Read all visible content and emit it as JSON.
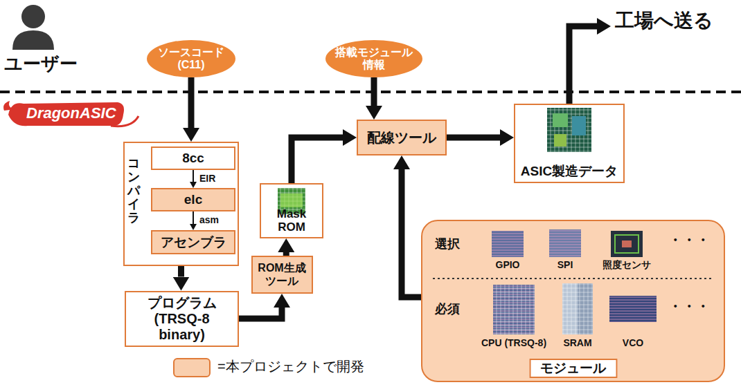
{
  "diagram": {
    "nodes": [
      {
        "text": [
          "ソースコード (C11)"
        ]
      },
      {
        "text": [
          "搭載モジュール 情報"
        ]
      },
      {
        "text": [
          "コンパイラ"
        ]
      },
      {
        "text": [
          "8cc"
        ],
        "in": 2
      },
      {
        "text": [
          "elc"
        ],
        "in": 2
      },
      {
        "text": [
          "アセンブラ"
        ],
        "in": 2
      },
      {
        "text": [
          "プログラム (TRSQ-8 binary)"
        ]
      },
      {
        "text": [
          "ROM生成 ツール"
        ]
      },
      {
        "text": [
          "Mask ROM"
        ]
      },
      {
        "text": [
          "配線ツール"
        ]
      },
      {
        "text": [
          "ASIC製造データ"
        ]
      },
      {
        "text": [
          "モジュール"
        ]
      }
    ],
    "edges": [
      {
        "from": 0,
        "to": 2,
        "arrow": "to"
      },
      {
        "from": 3,
        "to": 4,
        "label": "EIR",
        "arrow": "to"
      },
      {
        "from": 4,
        "to": 5,
        "label": "asm",
        "arrow": "to"
      },
      {
        "from": 2,
        "to": 6,
        "arrow": "to"
      },
      {
        "from": 6,
        "to": 7,
        "arrow": "to"
      },
      {
        "from": 7,
        "to": 8,
        "arrow": "to"
      },
      {
        "from": 8,
        "to": 9,
        "arrow": "to"
      },
      {
        "from": 1,
        "to": 9,
        "arrow": "to"
      },
      {
        "from": 11,
        "to": 9,
        "arrow": "to"
      },
      {
        "from": 9,
        "to": 10,
        "arrow": "to"
      }
    ],
    "labels": [
      "ユーザー",
      "DragonASIC",
      "工場へ送る",
      "選択",
      "GPIO",
      "SPI",
      "照度センサ",
      "・・・",
      "必須",
      "CPU (TRSQ-8)",
      "SRAM",
      "VCO",
      "・・・"
    ],
    "legend": [
      {
        "text": "=本プロジェクトで開発",
        "color": "#f9cfae"
      }
    ]
  }
}
